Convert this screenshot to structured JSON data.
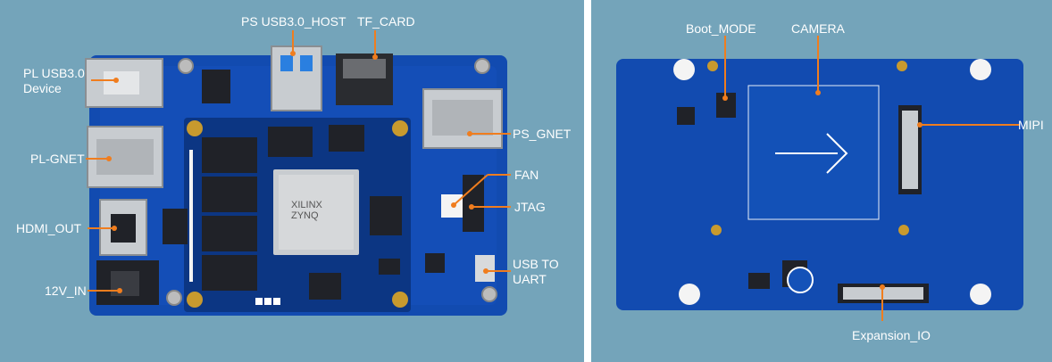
{
  "panels": {
    "top_side": {
      "background": "#74a4ba",
      "labels": {
        "ps_usb_host": "PS USB3.0_HOST",
        "tf_card": "TF_CARD",
        "pl_usb_device": "PL USB3.0\nDevice",
        "ps_gnet": "PS_GNET",
        "pl_gnet": "PL-GNET",
        "fan": "FAN",
        "jtag": "JTAG",
        "hdmi_out": "HDMI_OUT",
        "power_in": "12V_IN",
        "usb_uart": "USB TO\nUART"
      },
      "chip_marking": "XILINX\nZYNQ"
    },
    "bottom_side": {
      "background": "#74a4ba",
      "labels": {
        "boot_mode": "Boot_MODE",
        "camera": "CAMERA",
        "mipi": "MIPI",
        "expansion_io": "Expansion_IO"
      }
    }
  },
  "colors": {
    "pcb": "#124bb0",
    "pcb_dark": "#0c3683",
    "leader_line": "#f07d1e",
    "label_text": "#ffffff",
    "metal": "#c8ccd0",
    "chip": "#202228"
  }
}
